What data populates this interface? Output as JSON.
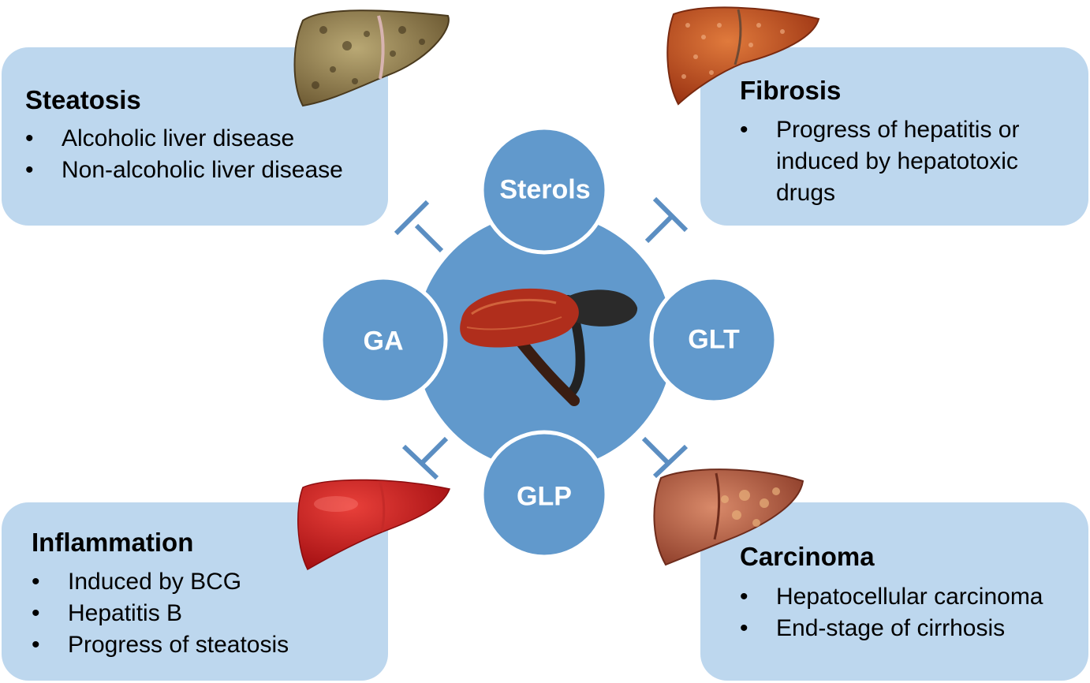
{
  "colors": {
    "panel_bg": "#bdd7ee",
    "circle_fill": "#6199cc",
    "circle_border": "#ffffff",
    "inhibit_line": "#5b8ec2"
  },
  "center": {
    "image": "reishi-mushroom-photo",
    "compounds": [
      {
        "key": "top",
        "label": "Sterols"
      },
      {
        "key": "left",
        "label": "GA"
      },
      {
        "key": "right",
        "label": "GLT"
      },
      {
        "key": "bottom",
        "label": "GLP"
      }
    ]
  },
  "panels": {
    "steatosis": {
      "title": "Steatosis",
      "items": [
        "Alcoholic liver disease",
        "Non-alcoholic liver disease"
      ],
      "image": "fatty-liver-photo"
    },
    "fibrosis": {
      "title": "Fibrosis",
      "items": [
        "Progress of hepatitis or induced by hepatotoxic drugs"
      ],
      "image": "fibrotic-liver-photo"
    },
    "inflammation": {
      "title": "Inflammation",
      "items": [
        "Induced by BCG",
        "Hepatitis B",
        "Progress of steatosis"
      ],
      "image": "red-liver-illustration"
    },
    "carcinoma": {
      "title": "Carcinoma",
      "items": [
        "Hepatocellular carcinoma",
        "End-stage of cirrhosis"
      ],
      "image": "cancerous-liver-photo"
    }
  }
}
